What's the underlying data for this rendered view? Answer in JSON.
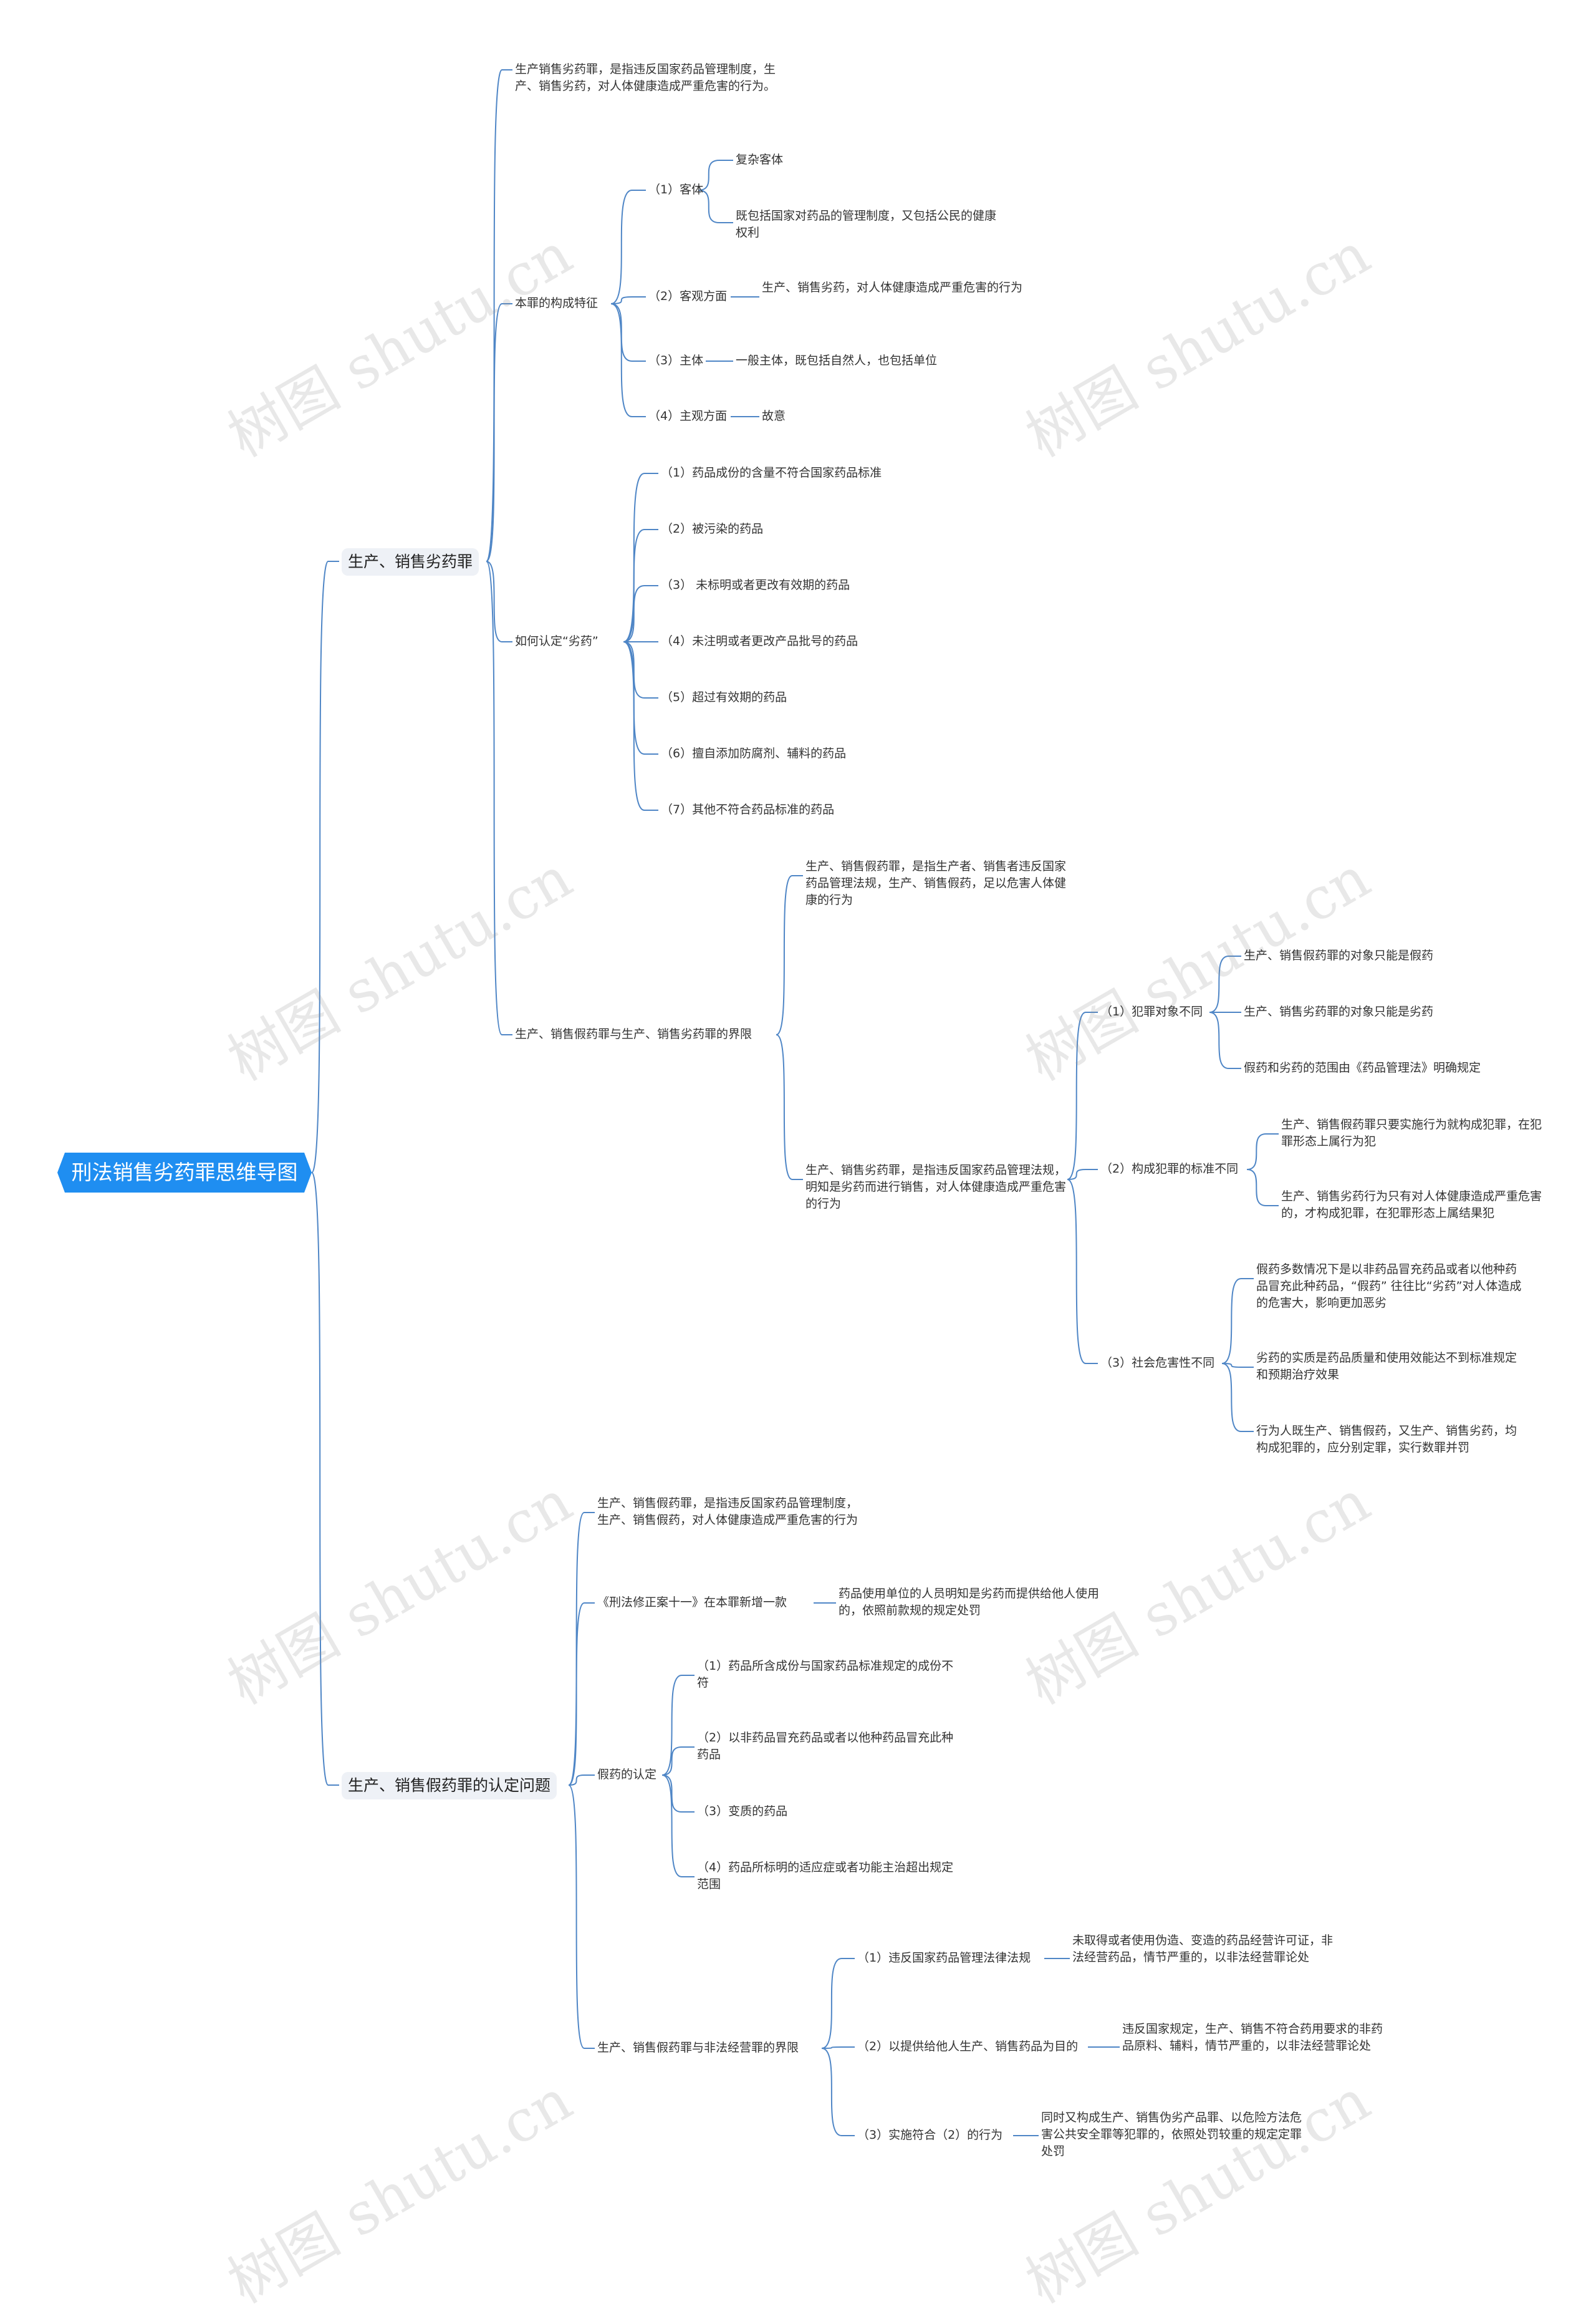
{
  "root": "刑法销售劣药罪思维导图",
  "watermark": "树图 shutu.cn",
  "branch1": {
    "label": "生产、销售劣药罪",
    "definition": "生产销售劣药罪，是指违反国家药品管理制度，生产、销售劣药，对人体健康造成严重危害的行为。",
    "constitution": {
      "label": "本罪的构成特征",
      "object": {
        "label": "（1）客体",
        "items": [
          "复杂客体",
          "既包括国家对药品的管理制度，又包括公民的健康权利"
        ]
      },
      "objective": {
        "label": "（2）客观方面",
        "value": "生产、销售劣药，对人体健康造成严重危害的行为"
      },
      "subject": {
        "label": "（3）主体",
        "value": "一般主体，既包括自然人，也包括单位"
      },
      "subjective": {
        "label": "（4）主观方面",
        "value": "故意"
      }
    },
    "identify": {
      "label": "如何认定“劣药”",
      "items": [
        "（1）药品成份的含量不符合国家药品标准",
        "（2）被污染的药品",
        "（3） 未标明或者更改有效期的药品",
        "（4）未注明或者更改产品批号的药品",
        "（5）超过有效期的药品",
        "（6）擅自添加防腐剂、辅料的药品",
        "（7）其他不符合药品标准的药品"
      ]
    },
    "boundary": {
      "label": "生产、销售假药罪与生产、销售劣药罪的界限",
      "fake_def": "生产、销售假药罪，是指生产者、销售者违反国家药品管理法规，生产、销售假药，足以危害人体健康的行为",
      "inferior_def": "生产、销售劣药罪，是指违反国家药品管理法规，明知是劣药而进行销售，对人体健康造成严重危害的行为",
      "diff1": {
        "label": "（1）犯罪对象不同",
        "items": [
          "生产、销售假药罪的对象只能是假药",
          "生产、销售劣药罪的对象只能是劣药",
          "假药和劣药的范围由《药品管理法》明确规定"
        ]
      },
      "diff2": {
        "label": "（2）构成犯罪的标准不同",
        "items": [
          "生产、销售假药罪只要实施行为就构成犯罪，在犯罪形态上属行为犯",
          "生产、销售劣药行为只有对人体健康造成严重危害的，才构成犯罪，在犯罪形态上属结果犯"
        ]
      },
      "diff3": {
        "label": "（3）社会危害性不同",
        "items": [
          "假药多数情况下是以非药品冒充药品或者以他种药品冒充此种药品，“假药” 往往比“劣药”对人体造成的危害大，影响更加恶劣",
          "劣药的实质是药品质量和使用效能达不到标准规定 和预期治疗效果",
          "行为人既生产、销售假药，又生产、销售劣药，均构成犯罪的，应分别定罪，实行数罪并罚"
        ]
      }
    }
  },
  "branch2": {
    "label": "生产、销售假药罪的认定问题",
    "definition": "生产、销售假药罪，是指违反国家药品管理制度，生产、销售假药，对人体健康造成严重危害的行为",
    "amendment": {
      "label": "《刑法修正案十一》在本罪新增一款",
      "value": "药品使用单位的人员明知是劣药而提供给他人使用的，依照前款规的规定处罚"
    },
    "fake": {
      "label": "假药的认定",
      "items": [
        "（1）药品所含成份与国家药品标准规定的成份不符",
        "（2）以非药品冒充药品或者以他种药品冒充此种药品",
        "（3）变质的药品",
        "（4）药品所标明的适应症或者功能主治超出规定范围"
      ]
    },
    "illegal": {
      "label": "生产、销售假药罪与非法经营罪的界限",
      "items": [
        {
          "label": "（1）违反国家药品管理法律法规",
          "value": "未取得或者使用伪造、变造的药品经营许可证，非法经营药品，情节严重的，以非法经营罪论处"
        },
        {
          "label": "（2）以提供给他人生产、销售药品为目的",
          "value": "违反国家规定，生产、销售不符合药用要求的非药品原料、辅料，情节严重的，以非法经营罪论处"
        },
        {
          "label": "（3）实施符合（2）的行为",
          "value": "同时又构成生产、销售伪劣产品罪、以危险方法危害公共安全罪等犯罪的，依照处罚较重的规定定罪处罚"
        }
      ]
    }
  }
}
